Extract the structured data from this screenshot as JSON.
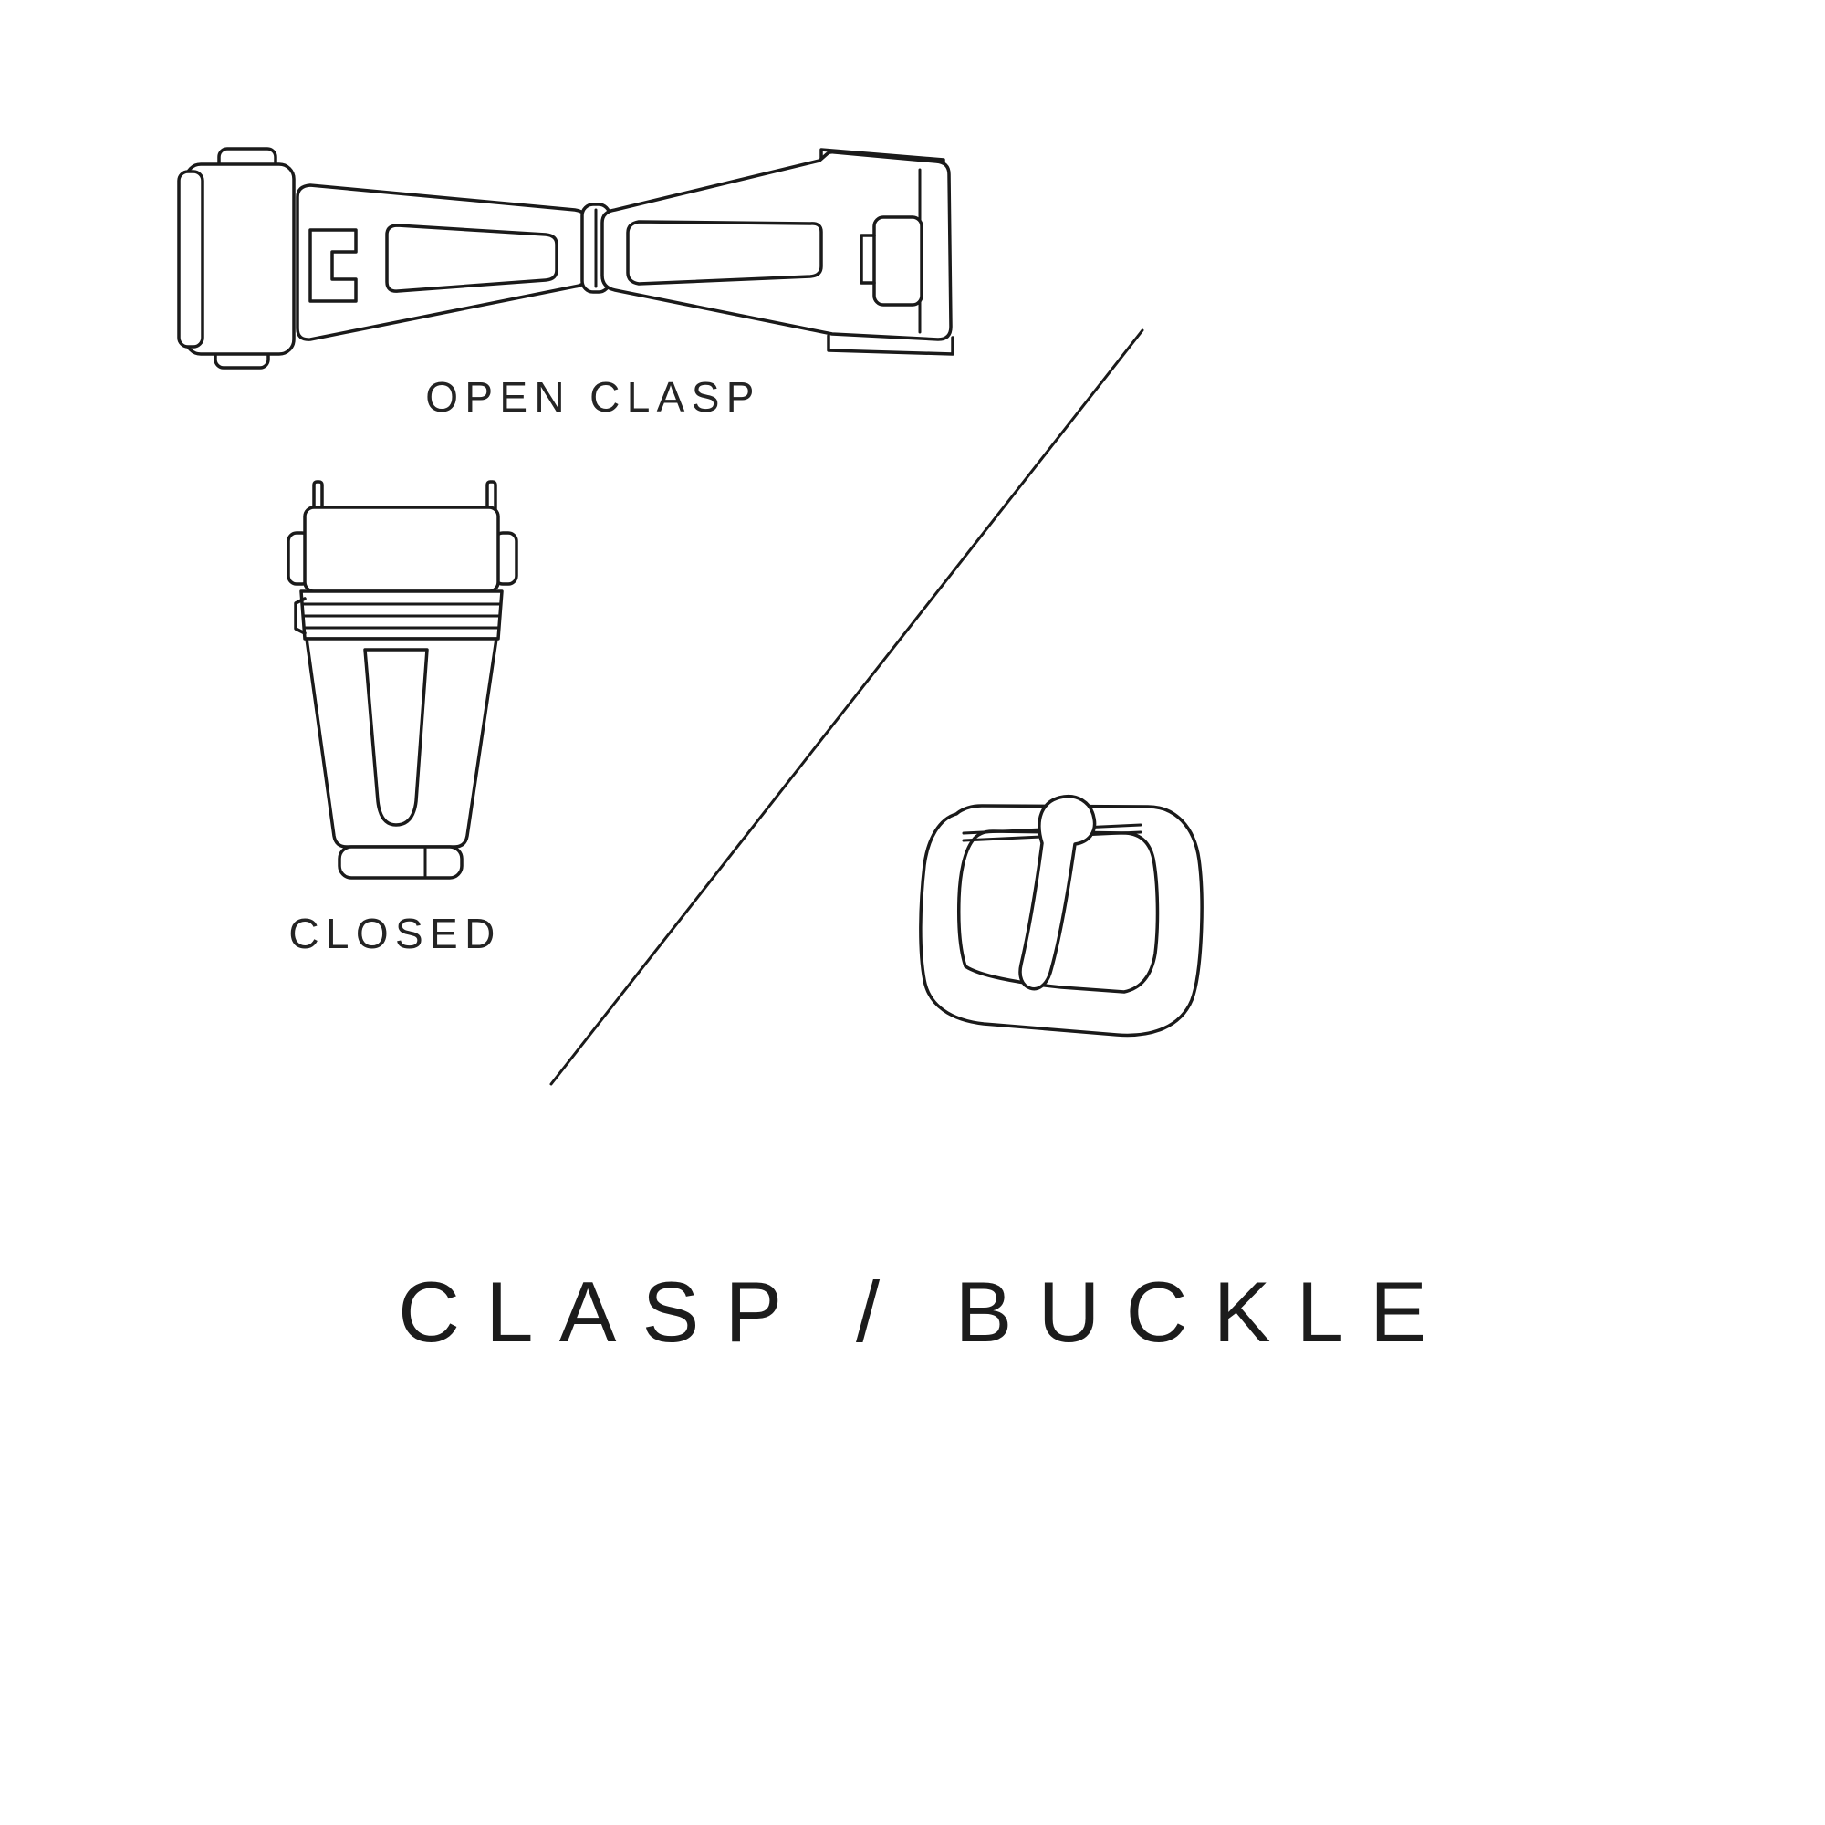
{
  "page": {
    "title": "CLASP / BUCKLE",
    "background_color": "#ffffff",
    "line_color": "#1a1a1a",
    "text_color": "#242424"
  },
  "figures": {
    "open_clasp": {
      "label": "OPEN CLASP"
    },
    "closed_clasp": {
      "label": "CLOSED"
    },
    "buckle": {
      "label": ""
    }
  }
}
